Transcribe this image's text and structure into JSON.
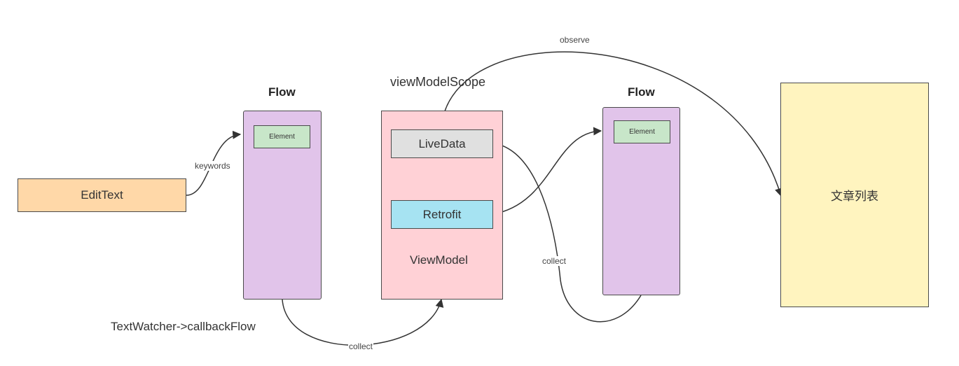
{
  "nodes": {
    "edittext": {
      "label": "EditText",
      "color": "#ffd8a8"
    },
    "flow_left": {
      "title": "Flow",
      "color": "#e1c4ea"
    },
    "flow_left_element": {
      "label": "Element",
      "color": "#c8e6c9"
    },
    "viewmodel": {
      "label": "ViewModel",
      "color": "#ffd1d6"
    },
    "viewmodel_scope": {
      "label": "viewModelScope"
    },
    "livedata": {
      "label": "LiveData",
      "color": "#e0e0e0"
    },
    "retrofit": {
      "label": "Retrofit",
      "color": "#a6e3f2"
    },
    "flow_right": {
      "title": "Flow",
      "color": "#e1c4ea"
    },
    "flow_right_element": {
      "label": "Element",
      "color": "#c8e6c9"
    },
    "article_list": {
      "label": "文章列表",
      "color": "#fff4bf"
    }
  },
  "annotations": {
    "textwatcher": "TextWatcher->callbackFlow"
  },
  "edges": {
    "keywords": "keywords",
    "collect_bottom": "collect",
    "collect_right": "collect",
    "observe": "observe"
  }
}
